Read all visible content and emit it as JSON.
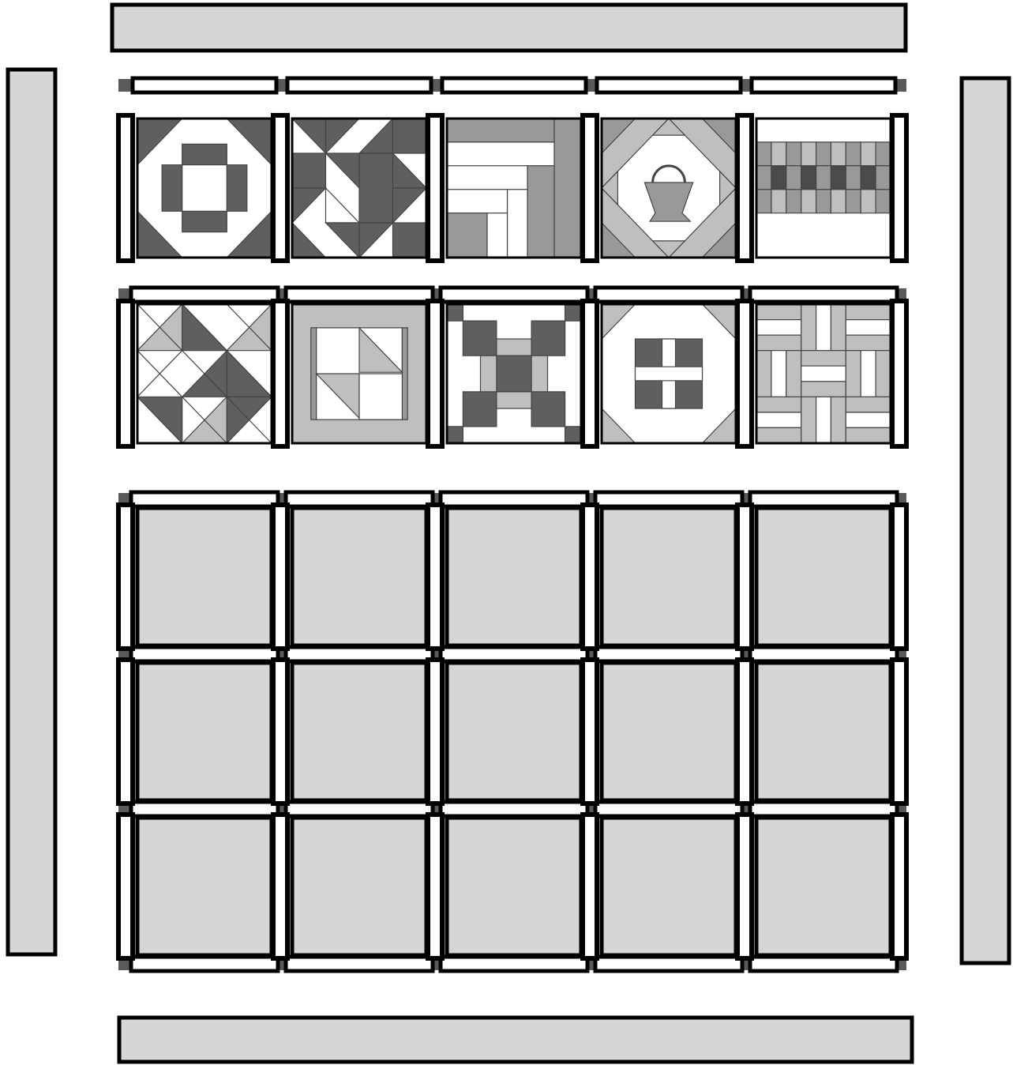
{
  "colors": {
    "outline": "#000000",
    "border_fill": "#d6d6d6",
    "light": "#bfbfbf",
    "medium": "#999999",
    "dark": "#5f5f5f",
    "darkest": "#4a4a4a",
    "white": "#ffffff",
    "cornerstone": "#5a5a5a"
  },
  "layout": {
    "columns": 5,
    "rows_total": 5,
    "pieced_rows": 2,
    "plain_rows": 3,
    "outer_borders": [
      "top",
      "left",
      "right",
      "bottom"
    ]
  },
  "pieced_blocks": [
    [
      "churn-dash",
      "sawtooth-star",
      "log-cabin",
      "basket",
      "rail-stripes"
    ],
    [
      "half-square-diagonal",
      "framed-pinwheel",
      "nine-patch-frame",
      "shoofly-cross",
      "rail-fence-weave"
    ]
  ],
  "plain_block": "blank-setting-square"
}
